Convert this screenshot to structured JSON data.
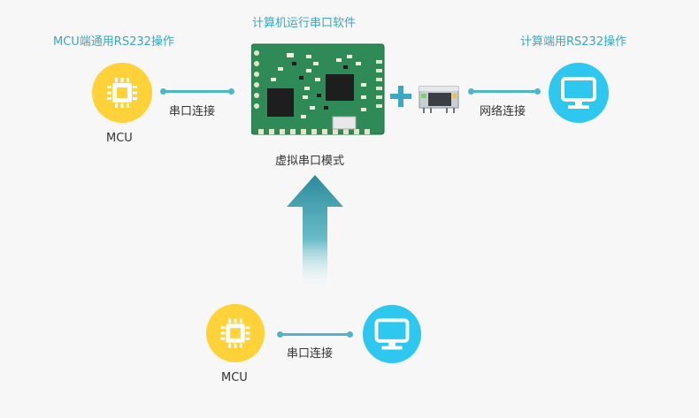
{
  "top": {
    "mcu_caption": "MCU端通用RS232操作",
    "module_caption": "计算机运行串口软件",
    "pc_caption": "计算端用RS232操作",
    "mcu_label": "MCU",
    "serial_link_label": "串口连接",
    "network_link_label": "网络连接",
    "mode_label": "虚拟串口模式",
    "plus_symbol": "+"
  },
  "bottom": {
    "mcu_label": "MCU",
    "serial_link_label": "串口连接"
  },
  "colors": {
    "teal_text": "#3aa7c3",
    "mcu_yellow": "#ffd23a",
    "pc_cyan": "#2ec7ef",
    "pcb_green": "#2e8a56",
    "line_teal": "#4fb6c9",
    "arrow_teal": "#2b8a9a"
  },
  "icons": [
    "chip-icon",
    "monitor-icon",
    "circuit-board-module",
    "rj45-jack-icon",
    "plus-icon",
    "arrow-up-icon"
  ]
}
